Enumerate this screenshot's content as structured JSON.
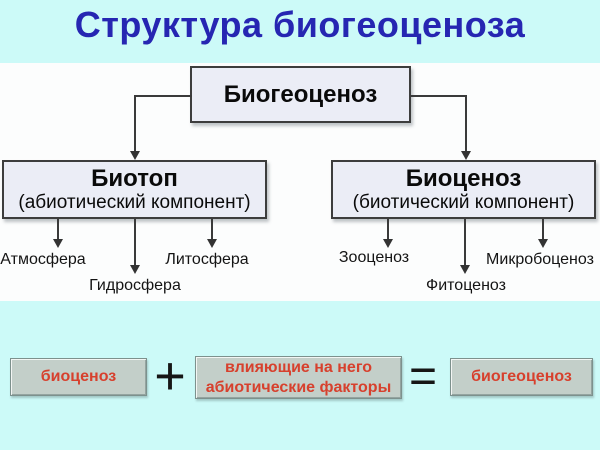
{
  "title": "Структура биогеоценоза",
  "colors": {
    "background": "#ccfaf8",
    "panel": "#fcfdfd",
    "title_text": "#2626b2",
    "node_fill": "#ebedf6",
    "node_border": "#3d3d3d",
    "connector": "#3a3a3a",
    "equation_box_fill": "#c3cfc9",
    "equation_box_border": "#7d918d",
    "equation_text": "#d7402d"
  },
  "flowchart": {
    "root": {
      "label": "Биогеоценоз"
    },
    "biotope": {
      "name": "Биотоп",
      "qualifier": "(абиотический компонент)",
      "children": [
        "Атмосфера",
        "Гидросфера",
        "Литосфера"
      ]
    },
    "biocenosis": {
      "name": "Биоценоз",
      "qualifier": "(биотический компонент)",
      "children": [
        "Зооценоз",
        "Фитоценоз",
        "Микробоценоз"
      ]
    }
  },
  "equation": {
    "term1": "биоценоз",
    "plus": "+",
    "term2_line1": "влияющие на него",
    "term2_line2": "абиотические факторы",
    "equals": "=",
    "result": "биогеоценоз"
  }
}
